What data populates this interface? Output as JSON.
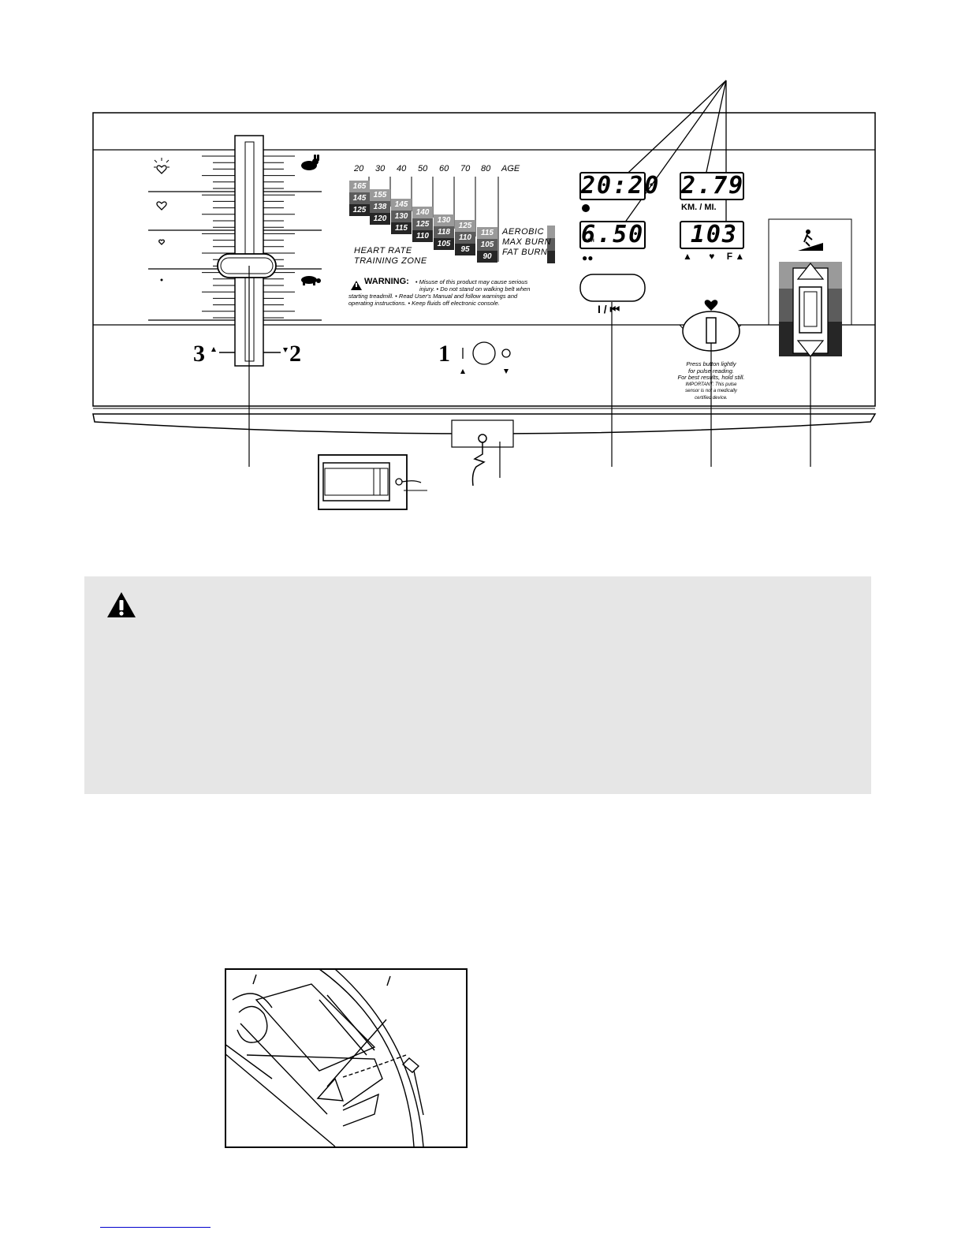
{
  "ages": [
    "20",
    "30",
    "40",
    "50",
    "60",
    "70",
    "80"
  ],
  "age_label": "AGE",
  "zone_rows": [
    {
      "name": "aerobic",
      "values": [
        "165",
        "155",
        "145",
        "140",
        "130",
        "125",
        "115"
      ],
      "color": "#9a9a9a"
    },
    {
      "name": "max_burn",
      "values": [
        "145",
        "138",
        "130",
        "125",
        "118",
        "110",
        "105"
      ],
      "color": "#5c5c5c"
    },
    {
      "name": "fat_burn",
      "values": [
        "125",
        "120",
        "115",
        "110",
        "105",
        "95",
        "90"
      ],
      "color": "#262626"
    }
  ],
  "zone_labels": {
    "aerobic": "AEROBIC",
    "max_burn": "MAX BURN",
    "fat_burn": "FAT BURN"
  },
  "hr_title_1": "HEART RATE",
  "hr_title_2": "TRAINING ZONE",
  "warning_label": "WARNING:",
  "warning_text_1": "• Misuse of this product may cause serious",
  "warning_text_2": "injury.   • Do not stand on walking belt when",
  "warning_text_3": "starting treadmill.  • Read User's Manual and follow warnings and",
  "warning_text_4": "operating instructions.  • Keep fluids off electronic console.",
  "displays": {
    "time": "20:20",
    "distance": "2.79",
    "distance_unit": "KM. / MI.",
    "speed": "6.50",
    "speed_unit": "KPH",
    "pulse": "103",
    "pulse_unit_f": "F"
  },
  "start_button_label": "I / ⏮",
  "callouts": {
    "three": "3",
    "two": "2",
    "one": "1"
  },
  "pulse_note_1": "Press button lightly",
  "pulse_note_2": "for pulse reading.",
  "pulse_note_3": "For best results, hold still.",
  "pulse_note_4": "IMPORTANT: This pulse",
  "pulse_note_5": "sensor is not a medically",
  "pulse_note_6": "certified device.",
  "caution_icon": "warning-triangle-icon"
}
